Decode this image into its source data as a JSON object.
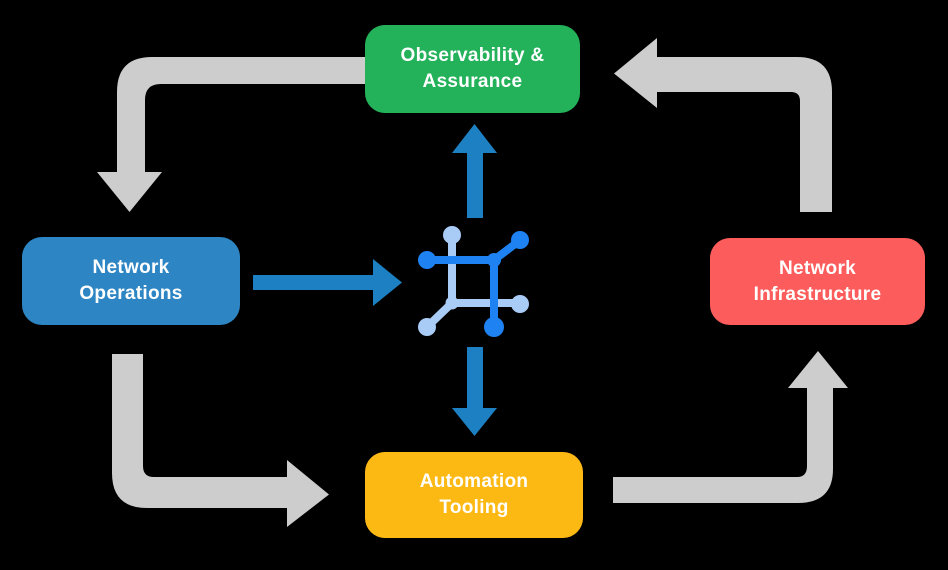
{
  "background": "#000000",
  "colors": {
    "flow_arrow_gray": "#CDCDCD",
    "accent_arrow_blue": "#1D80C2",
    "icon_dark_blue": "#1F82F2",
    "icon_light_blue": "#A9CCF6",
    "label_text": "#FFFFFF"
  },
  "nodes": {
    "observability": {
      "label": "Observability &\nAssurance",
      "color": "#23B15A"
    },
    "operations": {
      "label": "Network\nOperations",
      "color": "#2D85C4"
    },
    "infrastructure": {
      "label": "Network\nInfrastructure",
      "color": "#FD5C5C"
    },
    "tooling": {
      "label": "Automation\nTooling",
      "color": "#FDB913"
    }
  },
  "center_icon": {
    "name": "network-mesh-icon"
  },
  "flows": [
    {
      "from": "Observability & Assurance",
      "to": "Network Operations",
      "style": "gray-elbow"
    },
    {
      "from": "Network Operations",
      "to": "Automation Tooling",
      "style": "gray-elbow"
    },
    {
      "from": "Automation Tooling",
      "to": "Network Infrastructure",
      "style": "gray-elbow"
    },
    {
      "from": "Network Infrastructure",
      "to": "Observability & Assurance",
      "style": "gray-elbow"
    },
    {
      "from": "Network Operations",
      "to": "center-icon",
      "style": "blue-straight"
    },
    {
      "from": "center-icon",
      "to": "Observability & Assurance",
      "style": "blue-straight"
    },
    {
      "from": "center-icon",
      "to": "Automation Tooling",
      "style": "blue-straight"
    }
  ]
}
